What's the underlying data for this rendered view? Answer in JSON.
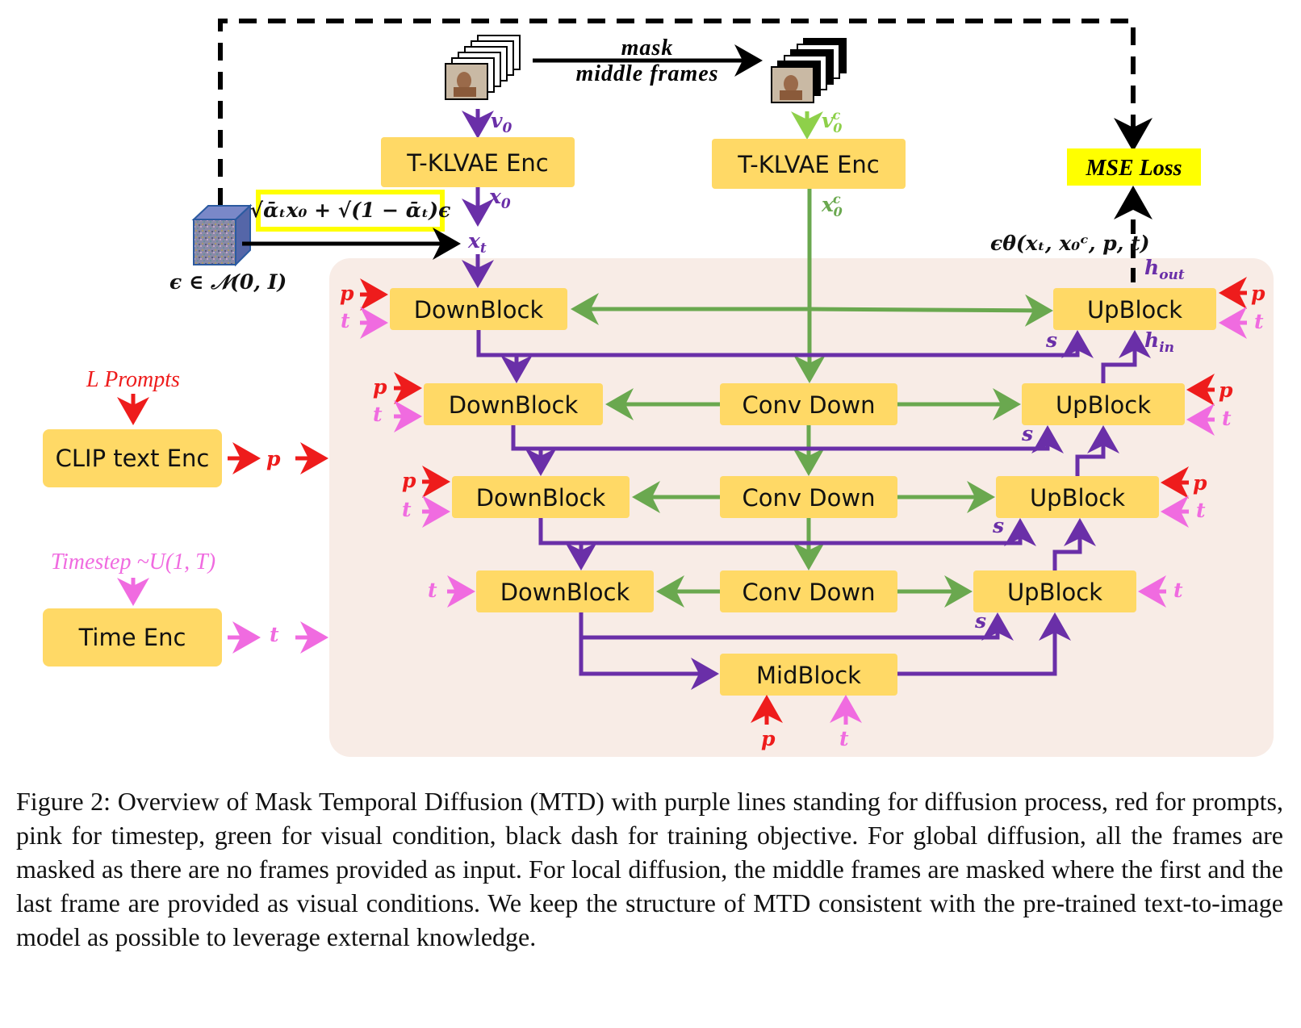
{
  "diagram": {
    "colors": {
      "diffusion": "#6a2fa8",
      "prompt": "#ee1c1c",
      "timestep": "#f06be0",
      "visual_condition": "#6aa84f",
      "objective": "#000000",
      "block_fill": "#ffd966",
      "panel_fill": "#f8ece6",
      "loss_fill": "#ffff00"
    },
    "boxes": {
      "enc_left": "T-KLVAE Enc",
      "enc_right": "T-KLVAE Enc",
      "mse_loss": "MSE Loss",
      "clip": "CLIP text Enc",
      "time_enc": "Time Enc",
      "down": "DownBlock",
      "up": "UpBlock",
      "conv": "Conv Down",
      "mid": "MidBlock"
    },
    "labels": {
      "mask_line1": "mask",
      "mask_line2": "middle frames",
      "v0": "v",
      "v0_sub": "0",
      "v0c": "v",
      "v0c_sub": "0",
      "v0c_sup": "c",
      "x0": "x",
      "x0_sub": "0",
      "x0c": "x",
      "x0c_sub": "0",
      "x0c_sup": "c",
      "xt": "x",
      "xt_sub": "t",
      "noise_formula": "√ᾱₜx₀ + √(1 − ᾱₜ)ϵ",
      "noise_dist": "ϵ ∈ 𝒩(0, I)",
      "eps_theta": "ϵθ(xₜ, x₀ᶜ, p, t)",
      "h_out": "h",
      "h_out_sub": "out",
      "h_in": "h",
      "h_in_sub": "in",
      "p": "p",
      "t": "t",
      "s": "s",
      "l_prompts": "L Prompts",
      "timestep": "Timestep ~U(1, T)"
    }
  },
  "caption": "Figure 2: Overview of Mask Temporal Diffusion (MTD) with purple lines standing for diffusion process, red for prompts, pink for timestep, green for visual condition, black dash for training objective. For global diffusion, all the frames are masked as there are no frames provided as input. For local diffusion, the middle frames are masked where the first and the last frame are provided as visual conditions. We keep the structure of MTD consistent with the pre-trained text-to-image model as possible to leverage external knowledge."
}
